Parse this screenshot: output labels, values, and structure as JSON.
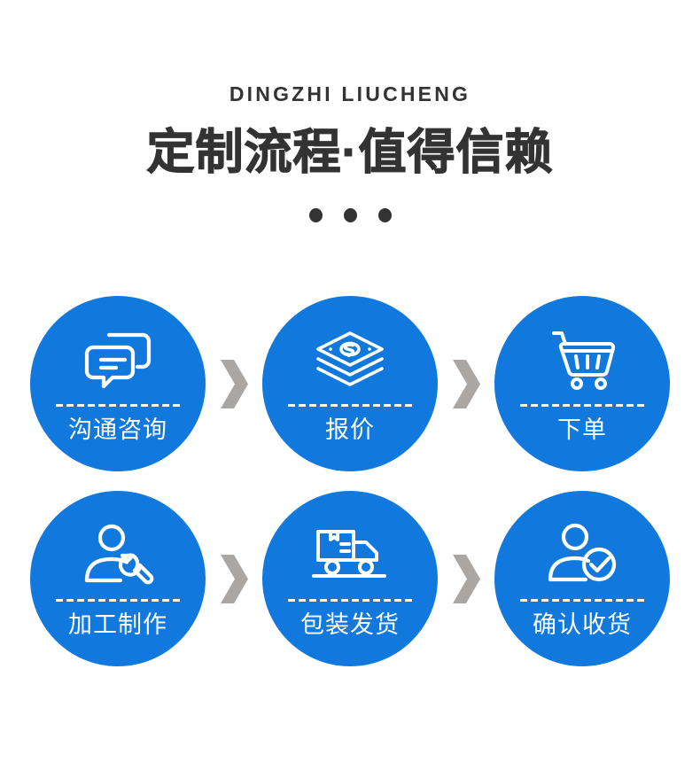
{
  "header": {
    "eyebrow": "DINGZHI LIUCHENG",
    "headline": "定制流程·值得信赖",
    "dot_count": 3
  },
  "colors": {
    "brand_blue": "#1179DE",
    "arrow_gray": "#A9A6A4",
    "text_dark": "#333333",
    "background": "#FFFFFF",
    "label_white": "#FFFFFF"
  },
  "steps": [
    {
      "label": "沟通咨询",
      "icon": "chat-bubbles-icon"
    },
    {
      "label": "报价",
      "icon": "money-stack-icon"
    },
    {
      "label": "下单",
      "icon": "shopping-cart-icon"
    },
    {
      "label": "加工制作",
      "icon": "person-wrench-icon"
    },
    {
      "label": "包装发货",
      "icon": "delivery-truck-icon"
    },
    {
      "label": "确认收货",
      "icon": "person-check-icon"
    }
  ],
  "arrows": {
    "icon": "chevron-right-icon",
    "count": 4
  }
}
